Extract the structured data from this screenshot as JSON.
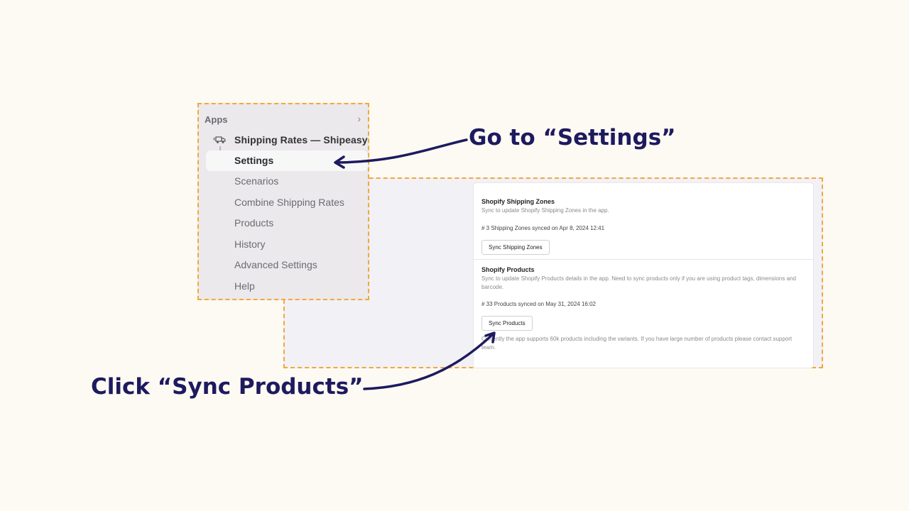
{
  "sidebar": {
    "header_label": "Apps",
    "app_name": "Shipping Rates — Shipeasy",
    "items": [
      {
        "label": "Settings",
        "active": true
      },
      {
        "label": "Scenarios",
        "active": false
      },
      {
        "label": "Combine Shipping Rates",
        "active": false
      },
      {
        "label": "Products",
        "active": false
      },
      {
        "label": "History",
        "active": false
      },
      {
        "label": "Advanced Settings",
        "active": false
      },
      {
        "label": "Help",
        "active": false
      }
    ]
  },
  "settings": {
    "zones": {
      "title": "Shopify Shipping Zones",
      "description": "Sync to update Shopify Shipping Zones in the app.",
      "status": "# 3 Shipping Zones synced on Apr 8, 2024 12:41",
      "button_label": "Sync Shipping Zones"
    },
    "products": {
      "title": "Shopify Products",
      "description": "Sync to update Shopify Products details in the app. Need to sync products only if you are using product tags, dimensions and barcode.",
      "status": "# 33 Products synced on May 31, 2024 16:02",
      "button_label": "Sync Products",
      "note": "Currently the app supports 60k products including the variants. If you have large number of products please contact support team."
    }
  },
  "annotations": {
    "settings_callout": "Go to “Settings”",
    "sync_callout": "Click “Sync Products”"
  },
  "colors": {
    "background": "#fdfaf3",
    "highlight_border": "#f4a73a",
    "callout_text": "#1d1a5f"
  },
  "icons": [
    "chevron-right-icon",
    "truck-icon",
    "branch-icon",
    "arrow-icon"
  ]
}
